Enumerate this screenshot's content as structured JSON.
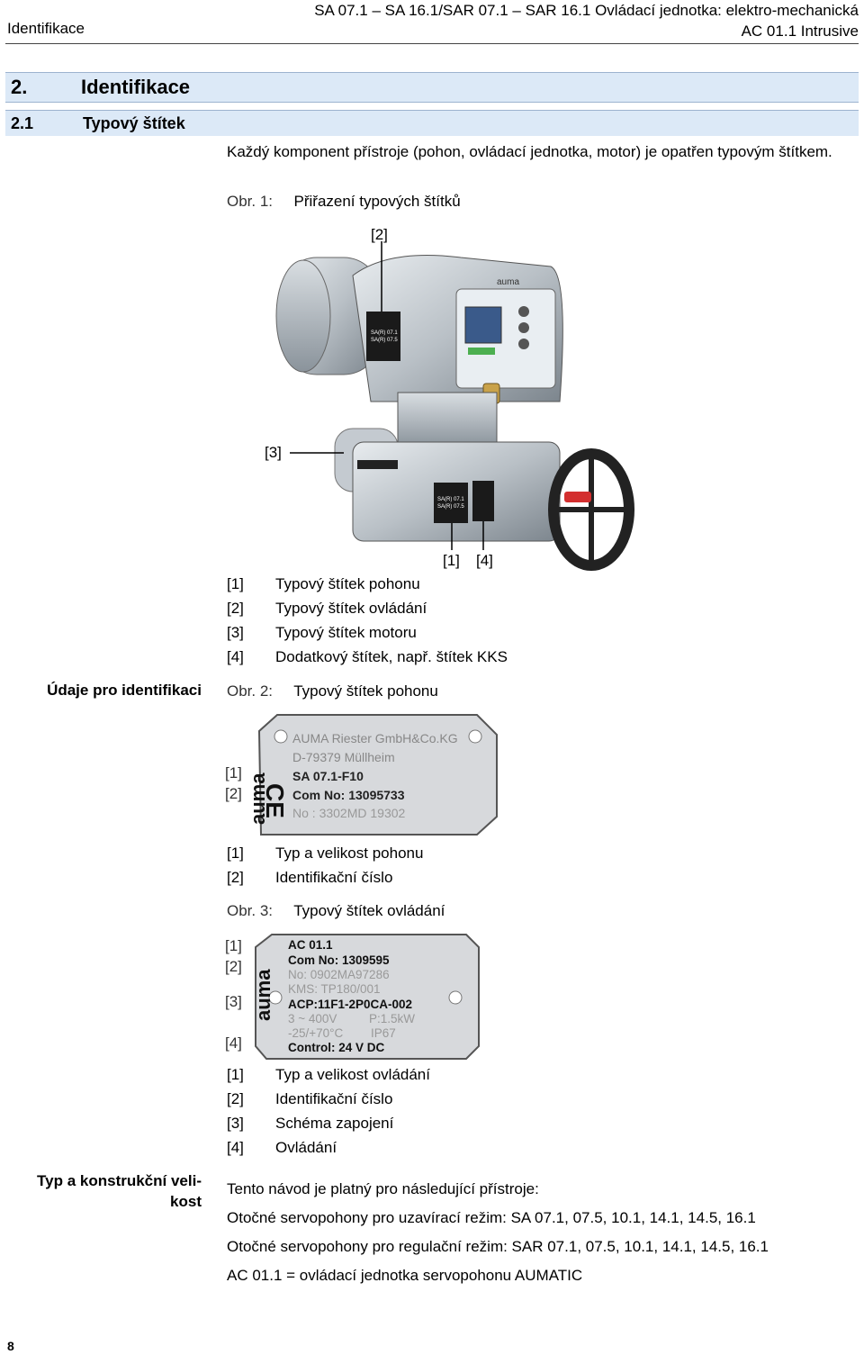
{
  "header": {
    "section": "Identifikace",
    "title_line1": "SA 07.1 – SA 16.1/SAR 07.1 – SAR 16.1 Ovládací jednotka: elektro-mechanická",
    "title_line2": "AC 01.1 Intrusive"
  },
  "chapter": {
    "number": "2.",
    "title": "Identifikace"
  },
  "section": {
    "number": "2.1",
    "title": "Typový štítek"
  },
  "intro": "Každý komponent přístroje (pohon, ovládací jednotka, motor) je opatřen typovým štítkem.",
  "figure1": {
    "caption_num": "Obr. 1:",
    "caption": "Přiřazení typových štítků",
    "callouts": [
      "[2]",
      "[3]",
      "[1]",
      "[4]"
    ],
    "plate_text": [
      "SA(R) 07.1",
      "SA(R) 07.5"
    ],
    "brand": "auma",
    "legend": [
      {
        "key": "[1]",
        "text": "Typový štítek pohonu"
      },
      {
        "key": "[2]",
        "text": "Typový štítek ovládání"
      },
      {
        "key": "[3]",
        "text": "Typový štítek motoru"
      },
      {
        "key": "[4]",
        "text": "Dodatkový štítek, např. štítek KKS"
      }
    ]
  },
  "side_label1": "Údaje pro identifikaci",
  "figure2": {
    "caption_num": "Obr. 2:",
    "caption": "Typový štítek pohonu",
    "markers": [
      "[1]",
      "[2]"
    ],
    "plate": {
      "line1": "AUMA Riester GmbH&Co.KG",
      "line2": "D-79379 Müllheim",
      "line3": "SA 07.1-F10",
      "line4": "Com No: 13095733",
      "line5": "No : 3302MD 19302",
      "ce": "CE",
      "brand": "auma"
    },
    "legend": [
      {
        "key": "[1]",
        "text": "Typ a velikost pohonu"
      },
      {
        "key": "[2]",
        "text": "Identifikační číslo"
      }
    ]
  },
  "figure3": {
    "caption_num": "Obr. 3:",
    "caption": "Typový štítek ovládání",
    "markers": [
      "[1]",
      "[2]",
      "[3]",
      "[4]"
    ],
    "plate": {
      "line1": "AC 01.1",
      "line2": "Com No: 1309595",
      "line3": "No: 0902MA97286",
      "line4": "KMS: TP180/001",
      "line5": "ACP:11F1-2P0CA-002",
      "line6a": "3 ~ 400V",
      "line6b": "P:1.5kW",
      "line7a": "-25/+70°C",
      "line7b": "IP67",
      "line8": "Control: 24 V DC",
      "brand": "auma"
    },
    "legend": [
      {
        "key": "[1]",
        "text": "Typ a velikost ovládání"
      },
      {
        "key": "[2]",
        "text": "Identifikační číslo"
      },
      {
        "key": "[3]",
        "text": "Schéma zapojení"
      },
      {
        "key": "[4]",
        "text": "Ovládání"
      }
    ]
  },
  "side_label2_line1": "Typ a konstrukční veli-",
  "side_label2_line2": "kost",
  "validity": {
    "intro": "Tento návod je platný pro následující přístroje:",
    "line1": "Otočné servopohony pro uzavírací režim: SA 07.1, 07.5, 10.1, 14.1, 14.5, 16.1",
    "line2": "Otočné servopohony pro regulační režim: SAR 07.1, 07.5, 10.1, 14.1, 14.5, 16.1",
    "line3": "AC 01.1 = ovládací jednotka servopohonu AUMATIC"
  },
  "page_number": "8"
}
